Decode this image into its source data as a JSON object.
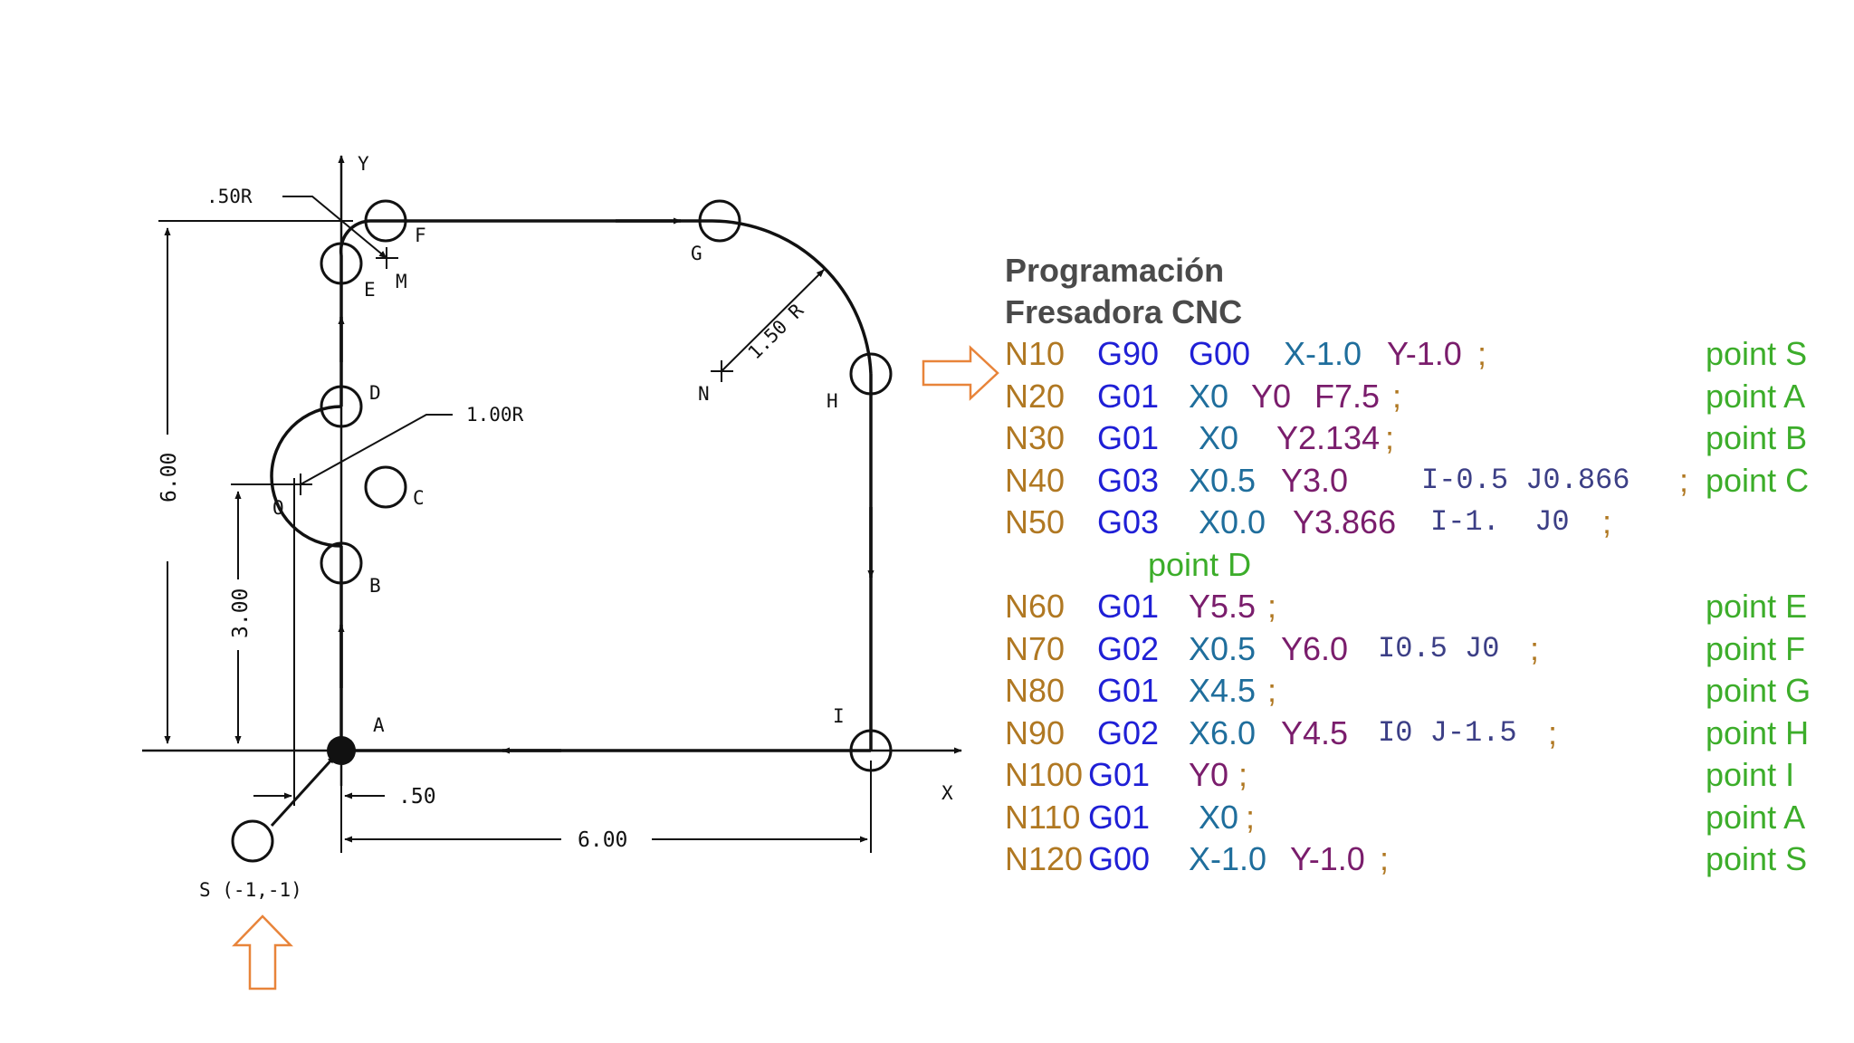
{
  "diagram": {
    "axis_y_label": "Y",
    "axis_x_label": "X",
    "radius_050_label": ".50R",
    "radius_100_label": "1.00R",
    "radius_150_label": "1.50 R",
    "points": {
      "A": "A",
      "B": "B",
      "C": "C",
      "D": "D",
      "E": "E",
      "F": "F",
      "G": "G",
      "H": "H",
      "I": "I",
      "M": "M",
      "N": "N",
      "O": "O"
    },
    "start_label": "S (-1,-1)",
    "dim_height_600": "6.00",
    "dim_height_300": "3.00",
    "dim_offset_050": ".50",
    "dim_width_600": "6.00",
    "accent_color": "#e8843a"
  },
  "program": {
    "title_line1": "Programación",
    "title_line2": "Fresadora CNC",
    "lines": [
      {
        "n": "N10",
        "g": "G90",
        "g2": "G00",
        "x": "X-1.0",
        "y": "Y-1.0",
        "semi": ";",
        "point": "point S"
      },
      {
        "n": "N20",
        "g": "G01",
        "x": "X0",
        "y": "Y0",
        "f": "F7.5",
        "semi": ";",
        "point": "point A"
      },
      {
        "n": "N30",
        "g": "G01",
        "x": "X0",
        "y": "Y2.134",
        "semi": ";",
        "point": "point B"
      },
      {
        "n": "N40",
        "g": "G03",
        "x": "X0.5",
        "y": "Y3.0",
        "ij": "I-0.5 J0.866",
        "semi": ";",
        "point": "point C"
      },
      {
        "n": "N50",
        "g": "G03",
        "x": "X0.0",
        "y": "Y3.866",
        "ij": "I-1.  J0",
        "semi": ";",
        "point": "point D"
      },
      {
        "n": "N60",
        "g": "G01",
        "y": "Y5.5",
        "semi": ";",
        "point": "point E"
      },
      {
        "n": "N70",
        "g": "G02",
        "x": "X0.5",
        "y": "Y6.0",
        "ij": "I0.5 J0",
        "semi": ";",
        "point": "point F"
      },
      {
        "n": "N80",
        "g": "G01",
        "x": "X4.5",
        "semi": ";",
        "point": "point G"
      },
      {
        "n": "N90",
        "g": "G02",
        "x": "X6.0",
        "y": "Y4.5",
        "ij": "I0 J-1.5",
        "semi": ";",
        "point": "point H"
      },
      {
        "n": "N100",
        "g": "G01",
        "y": "Y0",
        "semi": ";",
        "point": "point I"
      },
      {
        "n": "N110",
        "g": "G01",
        "x": "X0",
        "semi": ";",
        "point": "point A"
      },
      {
        "n": "N120",
        "g": "G00",
        "x": "X-1.0",
        "y": "Y-1.0",
        "semi": ";",
        "point": "point S"
      }
    ]
  }
}
